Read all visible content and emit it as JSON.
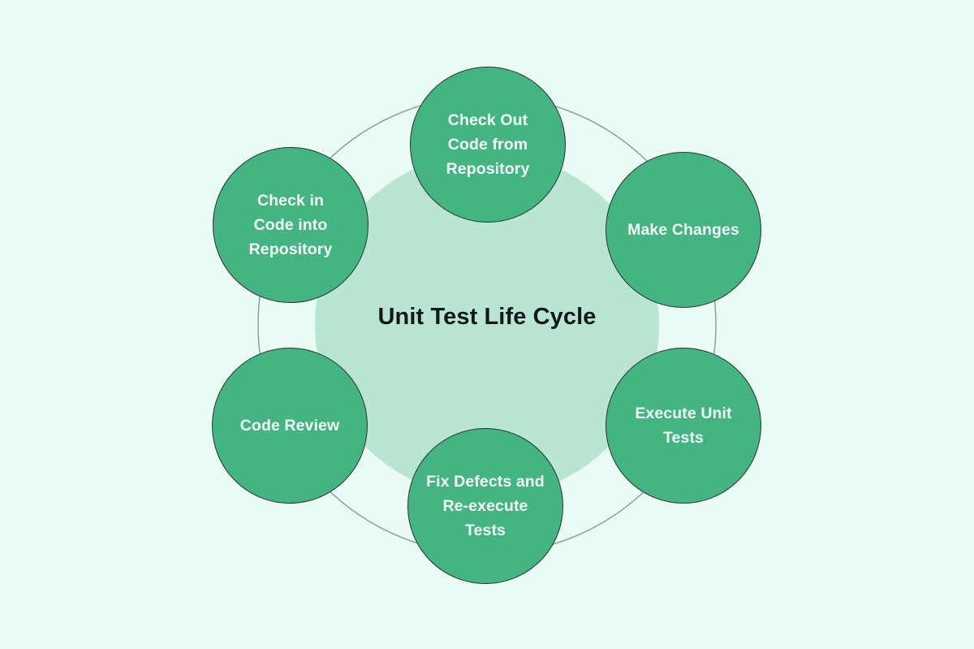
{
  "diagram": {
    "title": "Unit Test Life Cycle",
    "type": "cycle-diagram",
    "background_color": "#eafaf5",
    "inner_disc_color": "#b9e6d3",
    "node_fill_color": "#43b482",
    "node_border_color": "#27352f",
    "node_text_color": "#f2fbf7",
    "title_text_color": "#11181c",
    "ring_line_color": "#8a9a94",
    "nodes": [
      {
        "id": "check-out-code",
        "label": "Check Out\nCode from\nRepository",
        "position": "top"
      },
      {
        "id": "make-changes",
        "label": "Make Changes",
        "position": "upper-right"
      },
      {
        "id": "execute-unit-tests",
        "label": "Execute Unit\nTests",
        "position": "lower-right"
      },
      {
        "id": "fix-defects",
        "label": "Fix Defects and\nRe-execute\nTests",
        "position": "bottom"
      },
      {
        "id": "code-review",
        "label": "Code Review",
        "position": "lower-left"
      },
      {
        "id": "check-in-code",
        "label": "Check in\nCode into\nRepository",
        "position": "upper-left"
      }
    ]
  },
  "chart_data": {
    "type": "diagram",
    "title": "Unit Test Life Cycle",
    "layout": "circular cycle, 6 nodes evenly spaced around a ring",
    "categories": [
      "Check Out Code from Repository",
      "Make Changes",
      "Execute Unit Tests",
      "Fix Defects and Re-execute Tests",
      "Code Review",
      "Check in Code into Repository"
    ]
  }
}
